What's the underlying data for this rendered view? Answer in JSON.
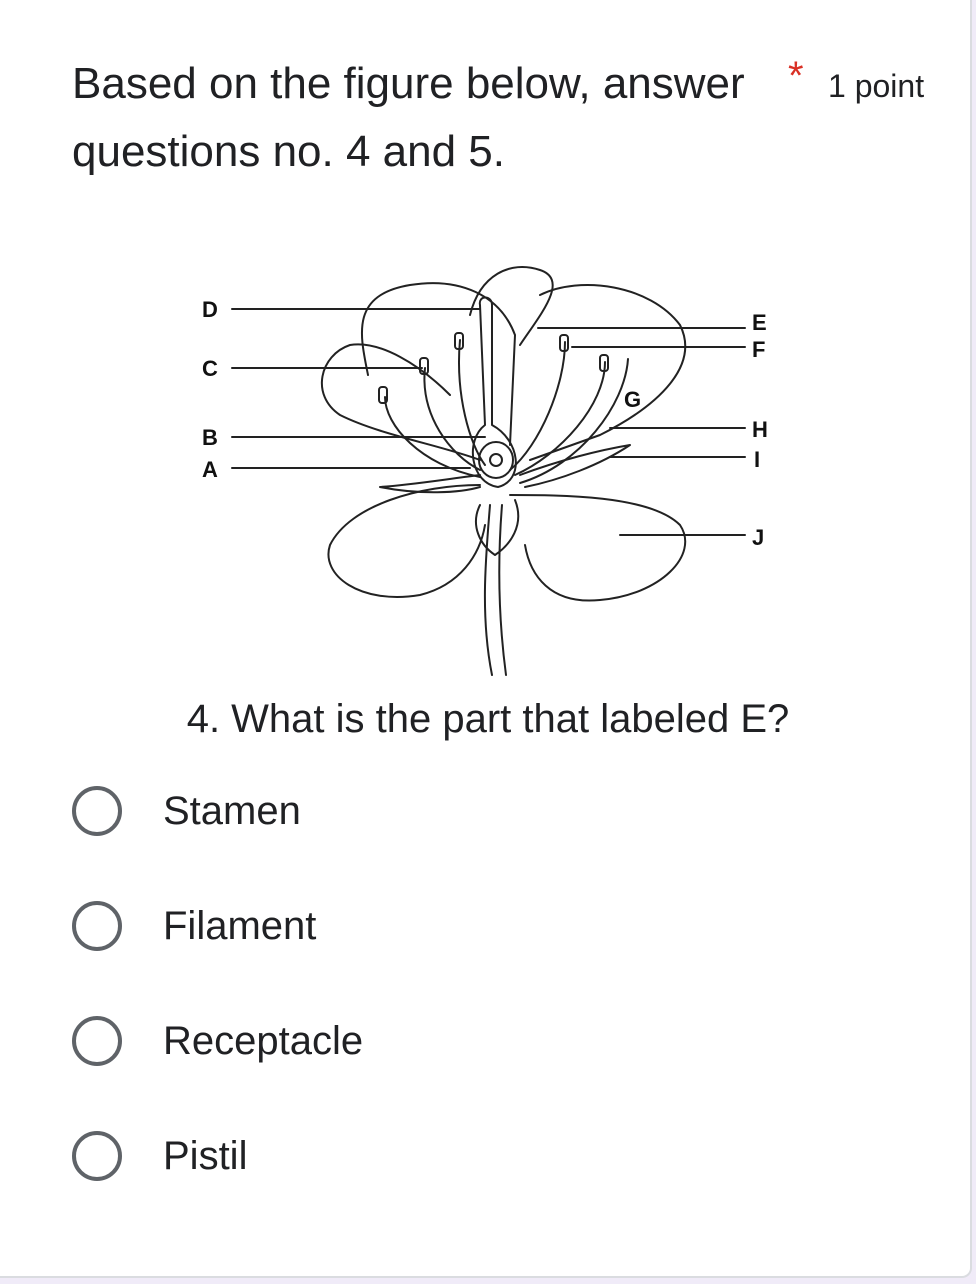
{
  "question": {
    "title": "Based on the figure below, answer questions no. 4 and 5.",
    "required_mark": "*",
    "points": "1 point"
  },
  "figure": {
    "labels": [
      "A",
      "B",
      "C",
      "D",
      "E",
      "F",
      "G",
      "H",
      "I",
      "J"
    ]
  },
  "sub_question": "4. What is the part that labeled E?",
  "options": [
    {
      "label": "Stamen",
      "selected": false
    },
    {
      "label": "Filament",
      "selected": false
    },
    {
      "label": "Receptacle",
      "selected": false
    },
    {
      "label": "Pistil",
      "selected": false
    }
  ],
  "colors": {
    "required_star": "#d93025",
    "radio_border": "#5f6368",
    "text": "#202124"
  }
}
